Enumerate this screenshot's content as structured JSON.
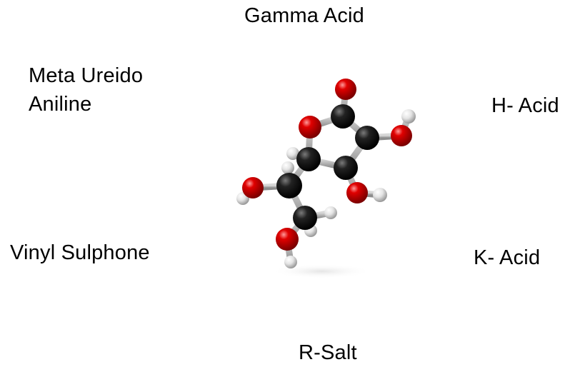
{
  "labels": {
    "top": "Gamma Acid",
    "top_left_line1": "Meta Ureido",
    "top_left_line2": "Aniline",
    "right_upper": "H- Acid",
    "left_lower": "Vinyl Sulphone",
    "right_lower": "K- Acid",
    "bottom": "R-Salt"
  },
  "molecule": {
    "icon": "ball-and-stick-molecule-icon",
    "colors": {
      "carbon": "#111111",
      "oxygen": "#d40000",
      "hydrogen": "#e6e6e6",
      "bond": "#bdbdbd"
    }
  }
}
